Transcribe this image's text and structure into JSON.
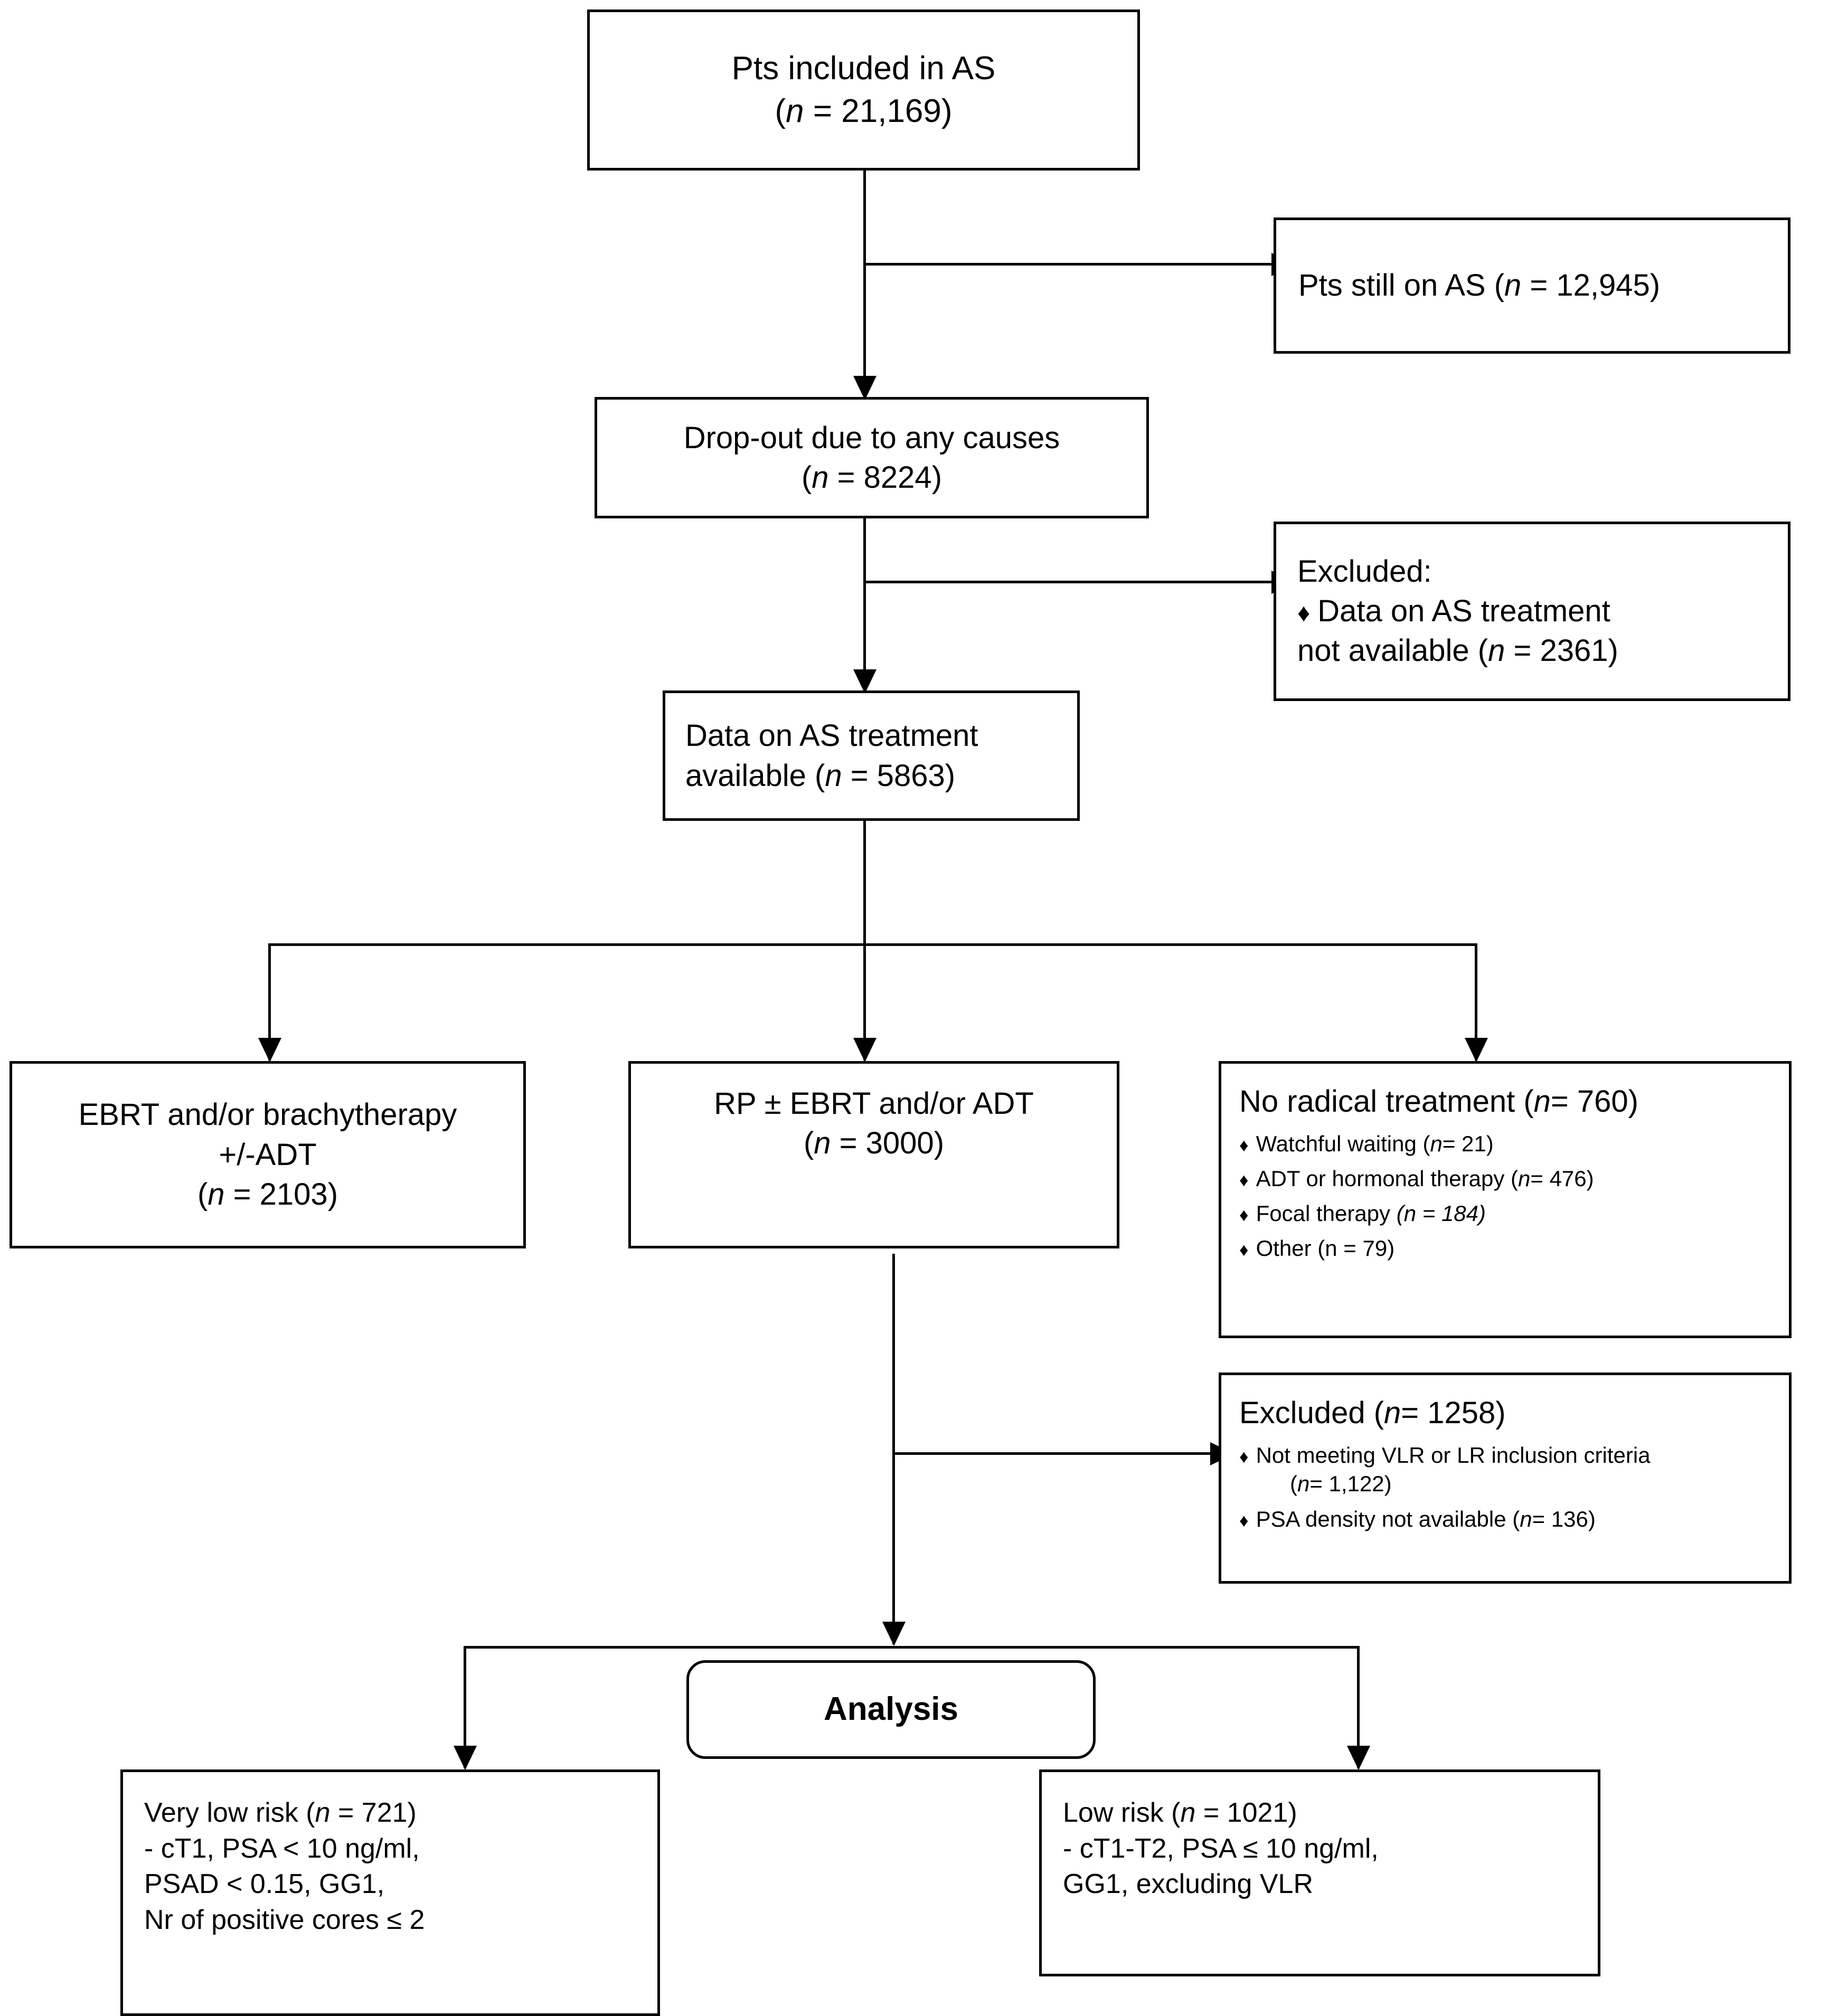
{
  "diagram": {
    "title": "Patient flow diagram of active surveillance cohort",
    "type": "flowchart"
  },
  "nodes": {
    "pts_included": {
      "line1": "Pts included in AS",
      "line2_pre": "(",
      "line2_n": "n",
      "line2_post": " = 21,169)"
    },
    "pts_still_on_as": {
      "pre": "Pts still on AS (",
      "n": "n",
      "post": " = 12,945)"
    },
    "dropout": {
      "line1": "Drop-out due to any causes",
      "line2_pre": "(",
      "line2_n": "n",
      "line2_post": " = 8224)"
    },
    "excluded_data": {
      "heading": "Excluded:",
      "bullet_glyph": "♦",
      "bullet1": "Data on AS treatment",
      "bullet1_cont_pre": "not available (",
      "bullet1_cont_n": "n",
      "bullet1_cont_post": " = 2361)"
    },
    "data_available": {
      "line1": "Data on AS treatment",
      "line2_pre": "available (",
      "line2_n": "n",
      "line2_post": " = 5863)"
    },
    "ebrt": {
      "line1": "EBRT and/or brachytherapy",
      "line2": "+/-ADT",
      "line3_pre": "(",
      "line3_n": "n",
      "line3_post": " = 2103)"
    },
    "rp": {
      "line1": "RP ± EBRT and/or ADT",
      "line2_pre": "(",
      "line2_n": "n",
      "line2_post": " = 3000)"
    },
    "no_radical": {
      "heading_pre": "No radical treatment (",
      "heading_n": "n",
      "heading_post": "= 760)",
      "bullet_glyph": "♦",
      "items": [
        {
          "text": "Watchful waiting (",
          "n": "n",
          "tail": "=  21)",
          "italic_tail": false
        },
        {
          "text": "ADT or hormonal therapy (",
          "n": "n",
          "tail": "= 476)",
          "italic_tail": false
        },
        {
          "text": "Focal therapy ",
          "n": "(n",
          "tail": " = 184)",
          "italic_tail": true
        },
        {
          "text": "Other (n = 79)",
          "n": "",
          "tail": "",
          "italic_tail": false
        }
      ]
    },
    "excluded_1258": {
      "heading_pre": "Excluded (",
      "heading_n": "n",
      "heading_post": "= 1258)",
      "bullet_glyph": "♦",
      "bullet1": "Not meeting VLR or LR inclusion criteria",
      "bullet1_cont_pre": "(",
      "bullet1_cont_n": "n",
      "bullet1_cont_post": "= 1,122)",
      "bullet2_pre": "PSA density not available (",
      "bullet2_n": "n",
      "bullet2_post": "= 136)"
    },
    "analysis": {
      "label": "Analysis"
    },
    "very_low_risk": {
      "line1_pre": "Very low risk (",
      "line1_n": "n",
      "line1_post": " = 721)",
      "line2": "- cT1, PSA < 10 ng/ml,",
      "line3": "PSAD < 0.15, GG1,",
      "line4": "Nr of positive cores ≤ 2"
    },
    "low_risk": {
      "line1_pre": "Low risk (",
      "line1_n": "n",
      "line1_post": " = 1021)",
      "line2": "-  cT1-T2, PSA ≤ 10 ng/ml,",
      "line3": "GG1, excluding VLR"
    }
  },
  "colors": {
    "stroke": "#000000",
    "fill": "#ffffff"
  },
  "chart_data": {
    "type": "flowchart",
    "title": "Active surveillance patient flow",
    "nodes": [
      {
        "id": "pts_included",
        "label": "Pts included in AS",
        "n": 21169
      },
      {
        "id": "pts_still_on_as",
        "label": "Pts still on AS",
        "n": 12945
      },
      {
        "id": "dropout",
        "label": "Drop-out due to any causes",
        "n": 8224
      },
      {
        "id": "excluded_data",
        "label": "Excluded: Data on AS treatment not available",
        "n": 2361
      },
      {
        "id": "data_available",
        "label": "Data on AS treatment available",
        "n": 5863
      },
      {
        "id": "ebrt",
        "label": "EBRT and/or brachytherapy +/-ADT",
        "n": 2103
      },
      {
        "id": "rp",
        "label": "RP ± EBRT and/or ADT",
        "n": 3000
      },
      {
        "id": "no_radical",
        "label": "No radical treatment",
        "n": 760,
        "children": [
          {
            "label": "Watchful waiting",
            "n": 21
          },
          {
            "label": "ADT or hormonal therapy",
            "n": 476
          },
          {
            "label": "Focal therapy",
            "n": 184
          },
          {
            "label": "Other",
            "n": 79
          }
        ]
      },
      {
        "id": "excluded_1258",
        "label": "Excluded",
        "n": 1258,
        "children": [
          {
            "label": "Not meeting VLR or LR inclusion criteria",
            "n": 1122
          },
          {
            "label": "PSA density not available",
            "n": 136
          }
        ]
      },
      {
        "id": "analysis",
        "label": "Analysis",
        "n": null
      },
      {
        "id": "very_low_risk",
        "label": "Very low risk",
        "n": 721,
        "criteria": "cT1, PSA < 10 ng/ml, PSAD < 0.15, GG1, Nr of positive cores ≤ 2"
      },
      {
        "id": "low_risk",
        "label": "Low risk",
        "n": 1021,
        "criteria": "cT1-T2, PSA ≤ 10 ng/ml, GG1, excluding VLR"
      }
    ],
    "edges": [
      {
        "from": "pts_included",
        "to": "pts_still_on_as"
      },
      {
        "from": "pts_included",
        "to": "dropout"
      },
      {
        "from": "dropout",
        "to": "excluded_data"
      },
      {
        "from": "dropout",
        "to": "data_available"
      },
      {
        "from": "data_available",
        "to": "ebrt"
      },
      {
        "from": "data_available",
        "to": "rp"
      },
      {
        "from": "data_available",
        "to": "no_radical"
      },
      {
        "from": "rp",
        "to": "excluded_1258"
      },
      {
        "from": "rp",
        "to": "very_low_risk"
      },
      {
        "from": "rp",
        "to": "low_risk"
      }
    ]
  }
}
